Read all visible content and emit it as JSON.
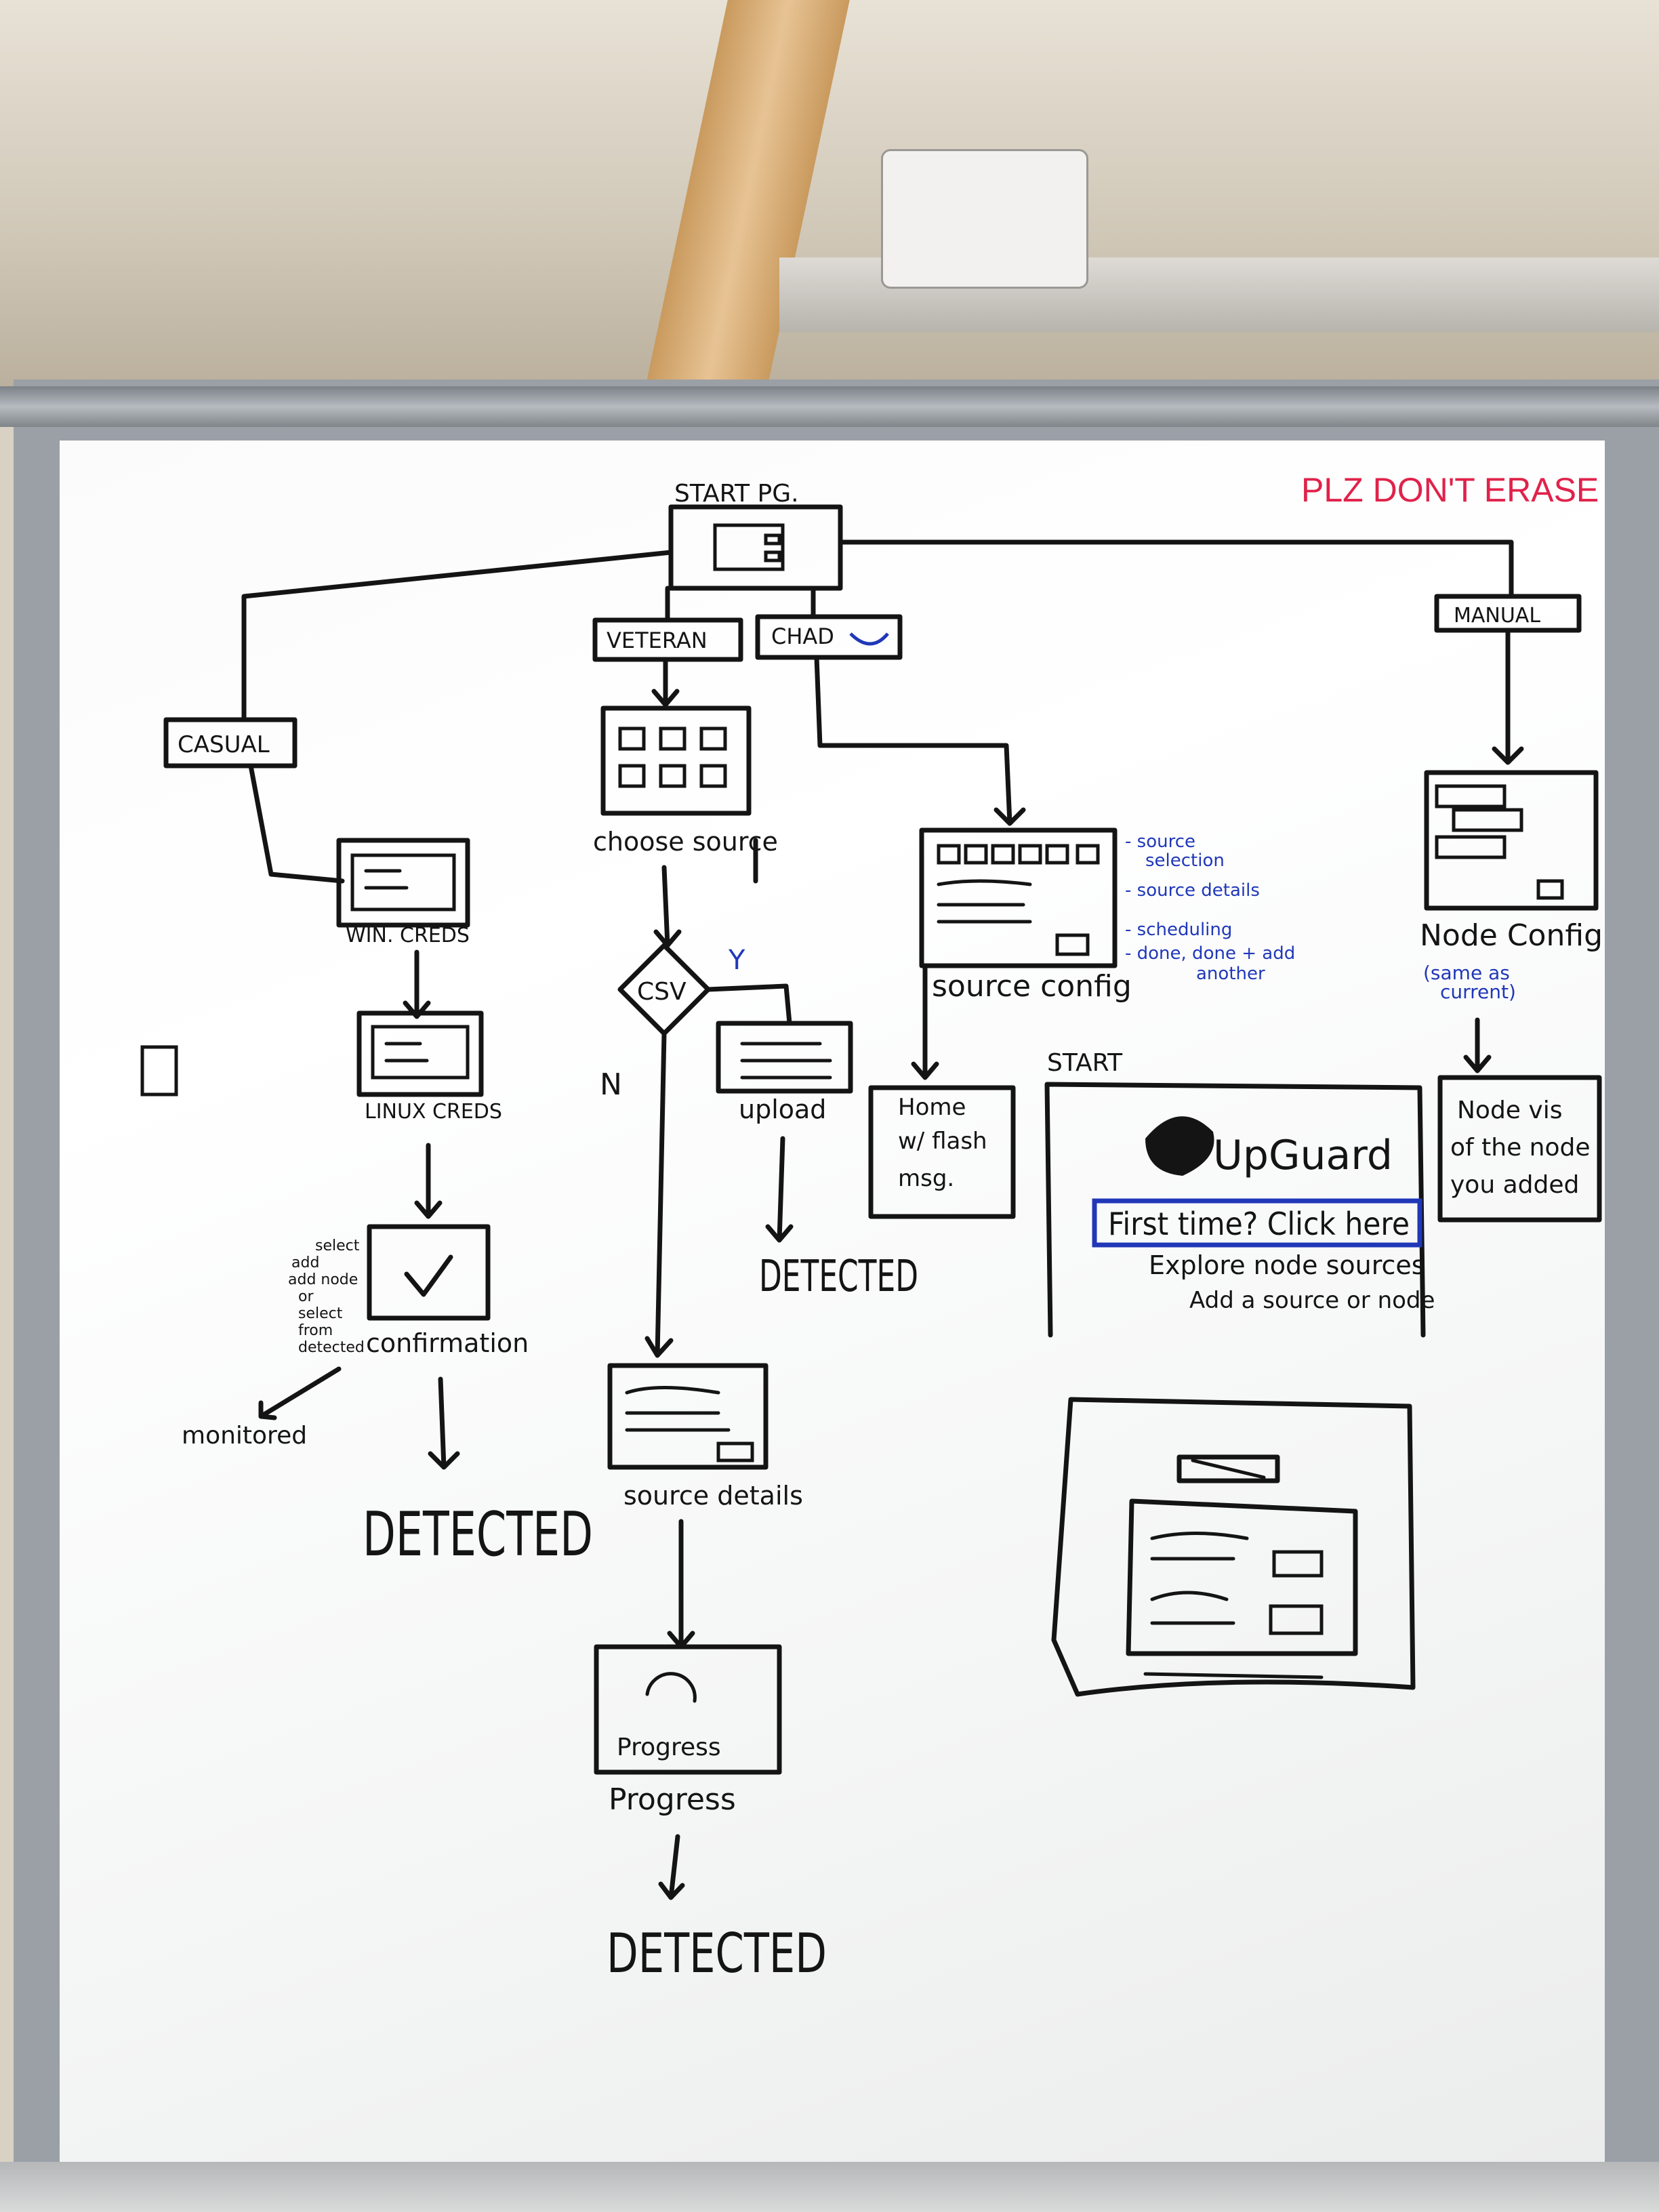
{
  "scene": {
    "board_note": "PLZ DON'T ERASE"
  },
  "flowchart": {
    "start": {
      "label": "START PG."
    },
    "paths": {
      "casual": "CASUAL",
      "veteran": "VETERAN",
      "chad": "CHAD",
      "manual": "MANUAL"
    },
    "casual_flow": {
      "win_creds": "WIN. CREDS",
      "linux_creds": "LINUX CREDS",
      "confirmation": "confirmation",
      "side_note": [
        "select",
        "add",
        "add node",
        "or",
        "select",
        "from",
        "detected"
      ],
      "monitored": "monitored",
      "detected": "DETECTED"
    },
    "veteran_flow": {
      "choose_source": "choose source",
      "decision": "CSV",
      "yes": "Y",
      "no": "N",
      "upload": "upload",
      "detected_yes": "DETECTED",
      "source_details": "source details",
      "progress_screen": "Progress",
      "progress": "Progress",
      "detected": "DETECTED"
    },
    "chad_flow": {
      "source_config": "source config",
      "notes": [
        "- source",
        "selection",
        "- source details",
        "- scheduling",
        "- done, done + add",
        "another"
      ],
      "home": [
        "Home",
        "w/ flash",
        "msg."
      ]
    },
    "manual_flow": {
      "node_config": "Node Config",
      "node_note": [
        "(same as",
        "current)"
      ],
      "node_vis": [
        "Node vis",
        "of the node",
        "you added"
      ]
    },
    "start_mock": {
      "title": "START",
      "brand": "UpGuard",
      "cta": "First time? Click here",
      "line1": "Explore node sources",
      "line2": "Add a source or node"
    }
  },
  "colors": {
    "ink": "#141414",
    "red_marker": "#e0224a",
    "blue_marker": "#2038b8"
  }
}
